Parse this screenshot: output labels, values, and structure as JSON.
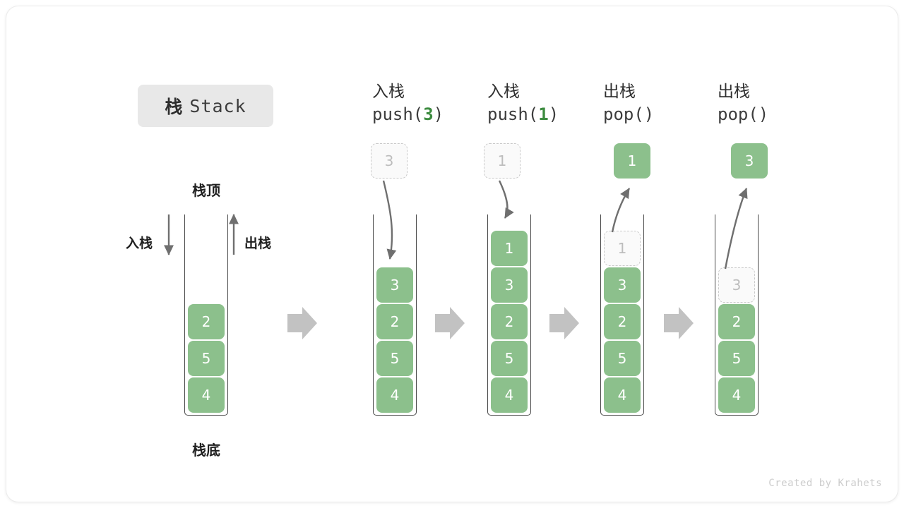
{
  "title": {
    "cn": "栈",
    "en": "Stack"
  },
  "footer": "Created by Krahets",
  "labels": {
    "top": "栈顶",
    "bottom": "栈底",
    "push_side": "入栈",
    "pop_side": "出栈"
  },
  "colors": {
    "element_fill": "#8cc08c",
    "element_text": "#ffffff",
    "ghost_fill": "#fafafa",
    "ghost_border": "#c9c9c9",
    "ghost_text": "#bdbdbd",
    "accent_green": "#3d8c40",
    "arrow_gray": "#6f6f6f",
    "step_arrow_gray": "#c2c2c2",
    "badge_bg": "#e8e8e8",
    "stack_border": "#4a4a4a"
  },
  "steps": [
    {
      "id": "initial",
      "head_line1": "",
      "head_line2": "",
      "head_arg": "",
      "cells": [
        "2",
        "5",
        "4"
      ],
      "ghost_top": null,
      "float_box": null
    },
    {
      "id": "push-3",
      "head_line1": "入栈",
      "head_line2_prefix": "push(",
      "head_arg": "3",
      "head_line2_suffix": ")",
      "cells": [
        "3",
        "2",
        "5",
        "4"
      ],
      "ghost_top": null,
      "float_box": {
        "value": "3",
        "style": "ghost"
      },
      "arrow_dir": "down"
    },
    {
      "id": "push-1",
      "head_line1": "入栈",
      "head_line2_prefix": "push(",
      "head_arg": "1",
      "head_line2_suffix": ")",
      "cells": [
        "1",
        "3",
        "2",
        "5",
        "4"
      ],
      "ghost_top": null,
      "float_box": {
        "value": "1",
        "style": "ghost"
      },
      "arrow_dir": "down"
    },
    {
      "id": "pop-1",
      "head_line1": "出栈",
      "head_line2_prefix": "pop(",
      "head_arg": "",
      "head_line2_suffix": ")",
      "cells": [
        "3",
        "2",
        "5",
        "4"
      ],
      "ghost_top": "1",
      "float_box": {
        "value": "1",
        "style": "solid"
      },
      "arrow_dir": "up"
    },
    {
      "id": "pop-3",
      "head_line1": "出栈",
      "head_line2_prefix": "pop(",
      "head_arg": "",
      "head_line2_suffix": ")",
      "cells": [
        "2",
        "5",
        "4"
      ],
      "ghost_top": "3",
      "float_box": {
        "value": "3",
        "style": "solid"
      },
      "arrow_dir": "up"
    }
  ],
  "step_arrows_count": 4
}
